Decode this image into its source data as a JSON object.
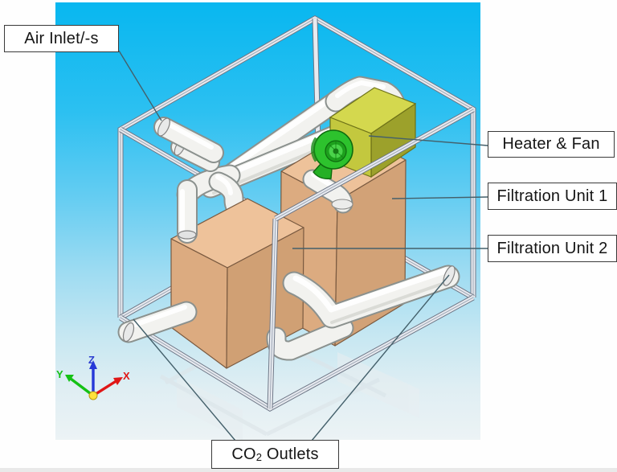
{
  "figure": {
    "type": "cad-isometric-diagram",
    "labels": {
      "air_inlet": "Air Inlet/-s",
      "heater_fan": "Heater & Fan",
      "filtration_unit_1": "Filtration Unit 1",
      "filtration_unit_2": "Filtration Unit 2",
      "co2_prefix": "CO",
      "co2_sub": "2",
      "co2_suffix": "Outlets"
    },
    "axis_triad": {
      "x_label": "X",
      "y_label": "Y",
      "z_label": "Z",
      "x_color": "#e01616",
      "y_color": "#15c115",
      "z_color": "#2638d8",
      "origin_color": "#ffe13a"
    },
    "colors": {
      "viewport_top": "#08b7f0",
      "viewport_bottom": "#ecf3f5",
      "frame_profile": "#e8ebf0",
      "filtration_unit_tan": "#dcab80",
      "heater_yellow": "#d4d84e",
      "fan_green": "#2dc22d",
      "pipe_white": "#f2f2ef"
    }
  }
}
